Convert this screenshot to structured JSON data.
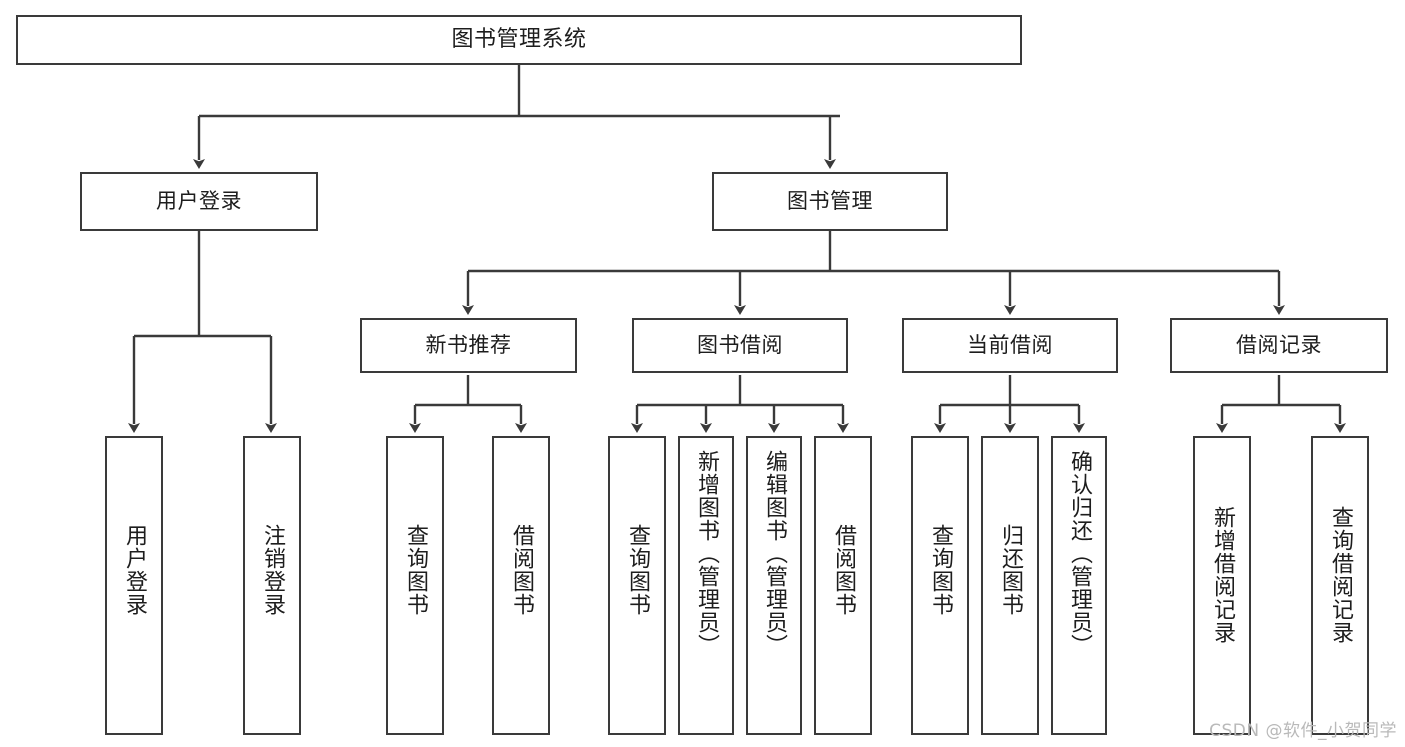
{
  "diagram": {
    "type": "tree",
    "title": "图书管理系统",
    "stroke_color": "#3a3a3a",
    "text_color": "#1d1d1d",
    "background_color": "#ffffff",
    "root": {
      "label": "图书管理系统"
    },
    "level2": [
      {
        "label": "用户登录"
      },
      {
        "label": "图书管理"
      }
    ],
    "level3": [
      {
        "label": "新书推荐"
      },
      {
        "label": "图书借阅"
      },
      {
        "label": "当前借阅"
      },
      {
        "label": "借阅记录"
      }
    ],
    "leaves": {
      "user_login": [
        {
          "label": "用户登录"
        },
        {
          "label": "注销登录"
        }
      ],
      "new_book_recommend": [
        {
          "label": "查询图书"
        },
        {
          "label": "借阅图书"
        }
      ],
      "book_borrow": [
        {
          "label": "查询图书"
        },
        {
          "label": "新增图书（管理员）"
        },
        {
          "label": "编辑图书（管理员）"
        },
        {
          "label": "借阅图书"
        }
      ],
      "current_borrow": [
        {
          "label": "查询图书"
        },
        {
          "label": "归还图书"
        },
        {
          "label": "确认归还（管理员）"
        }
      ],
      "borrow_record": [
        {
          "label": "新增借阅记录"
        },
        {
          "label": "查询借阅记录"
        }
      ]
    }
  },
  "watermark": {
    "text": "CSDN @软件_小贺同学"
  }
}
